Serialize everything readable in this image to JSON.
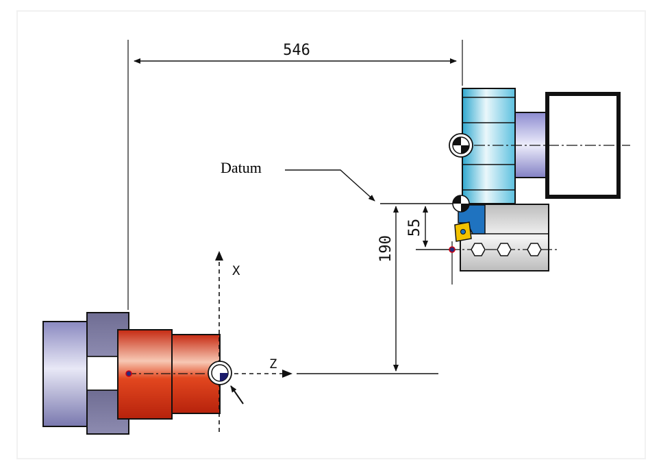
{
  "labels": {
    "datum": "Datum",
    "x_axis": "X",
    "z_axis": "Z"
  },
  "dimensions": {
    "horizontal": "546",
    "vertical_large": "190",
    "vertical_small": "55"
  },
  "colors": {
    "workpiece_red": "#d4341a",
    "chuck_purple": "#7a79a8",
    "turret_cyan": "#7fd0e6",
    "toolholder_blue": "#1f73c0",
    "insert_yellow": "#f2c200",
    "outline": "#111111"
  }
}
